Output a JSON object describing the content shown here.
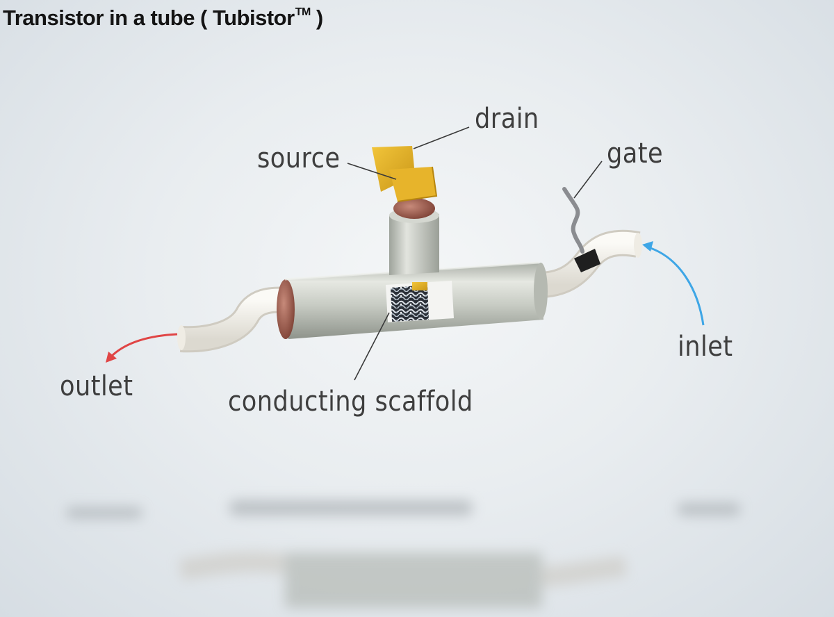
{
  "title": {
    "main": "Transistor in a tube ( Tubistor",
    "trademark": "TM",
    "close": " )"
  },
  "labels": {
    "drain": "drain",
    "source": "source",
    "gate": "gate",
    "inlet": "inlet",
    "outlet": "outlet",
    "conducting_scaffold": "conducting scaffold"
  },
  "colors": {
    "inlet_arrow": "#3ea6e6",
    "outlet_arrow": "#e04545",
    "electrode_gold": "#e2b02a",
    "tube_gray": "#c9cdc6",
    "end_cap": "#9a5a4a"
  }
}
